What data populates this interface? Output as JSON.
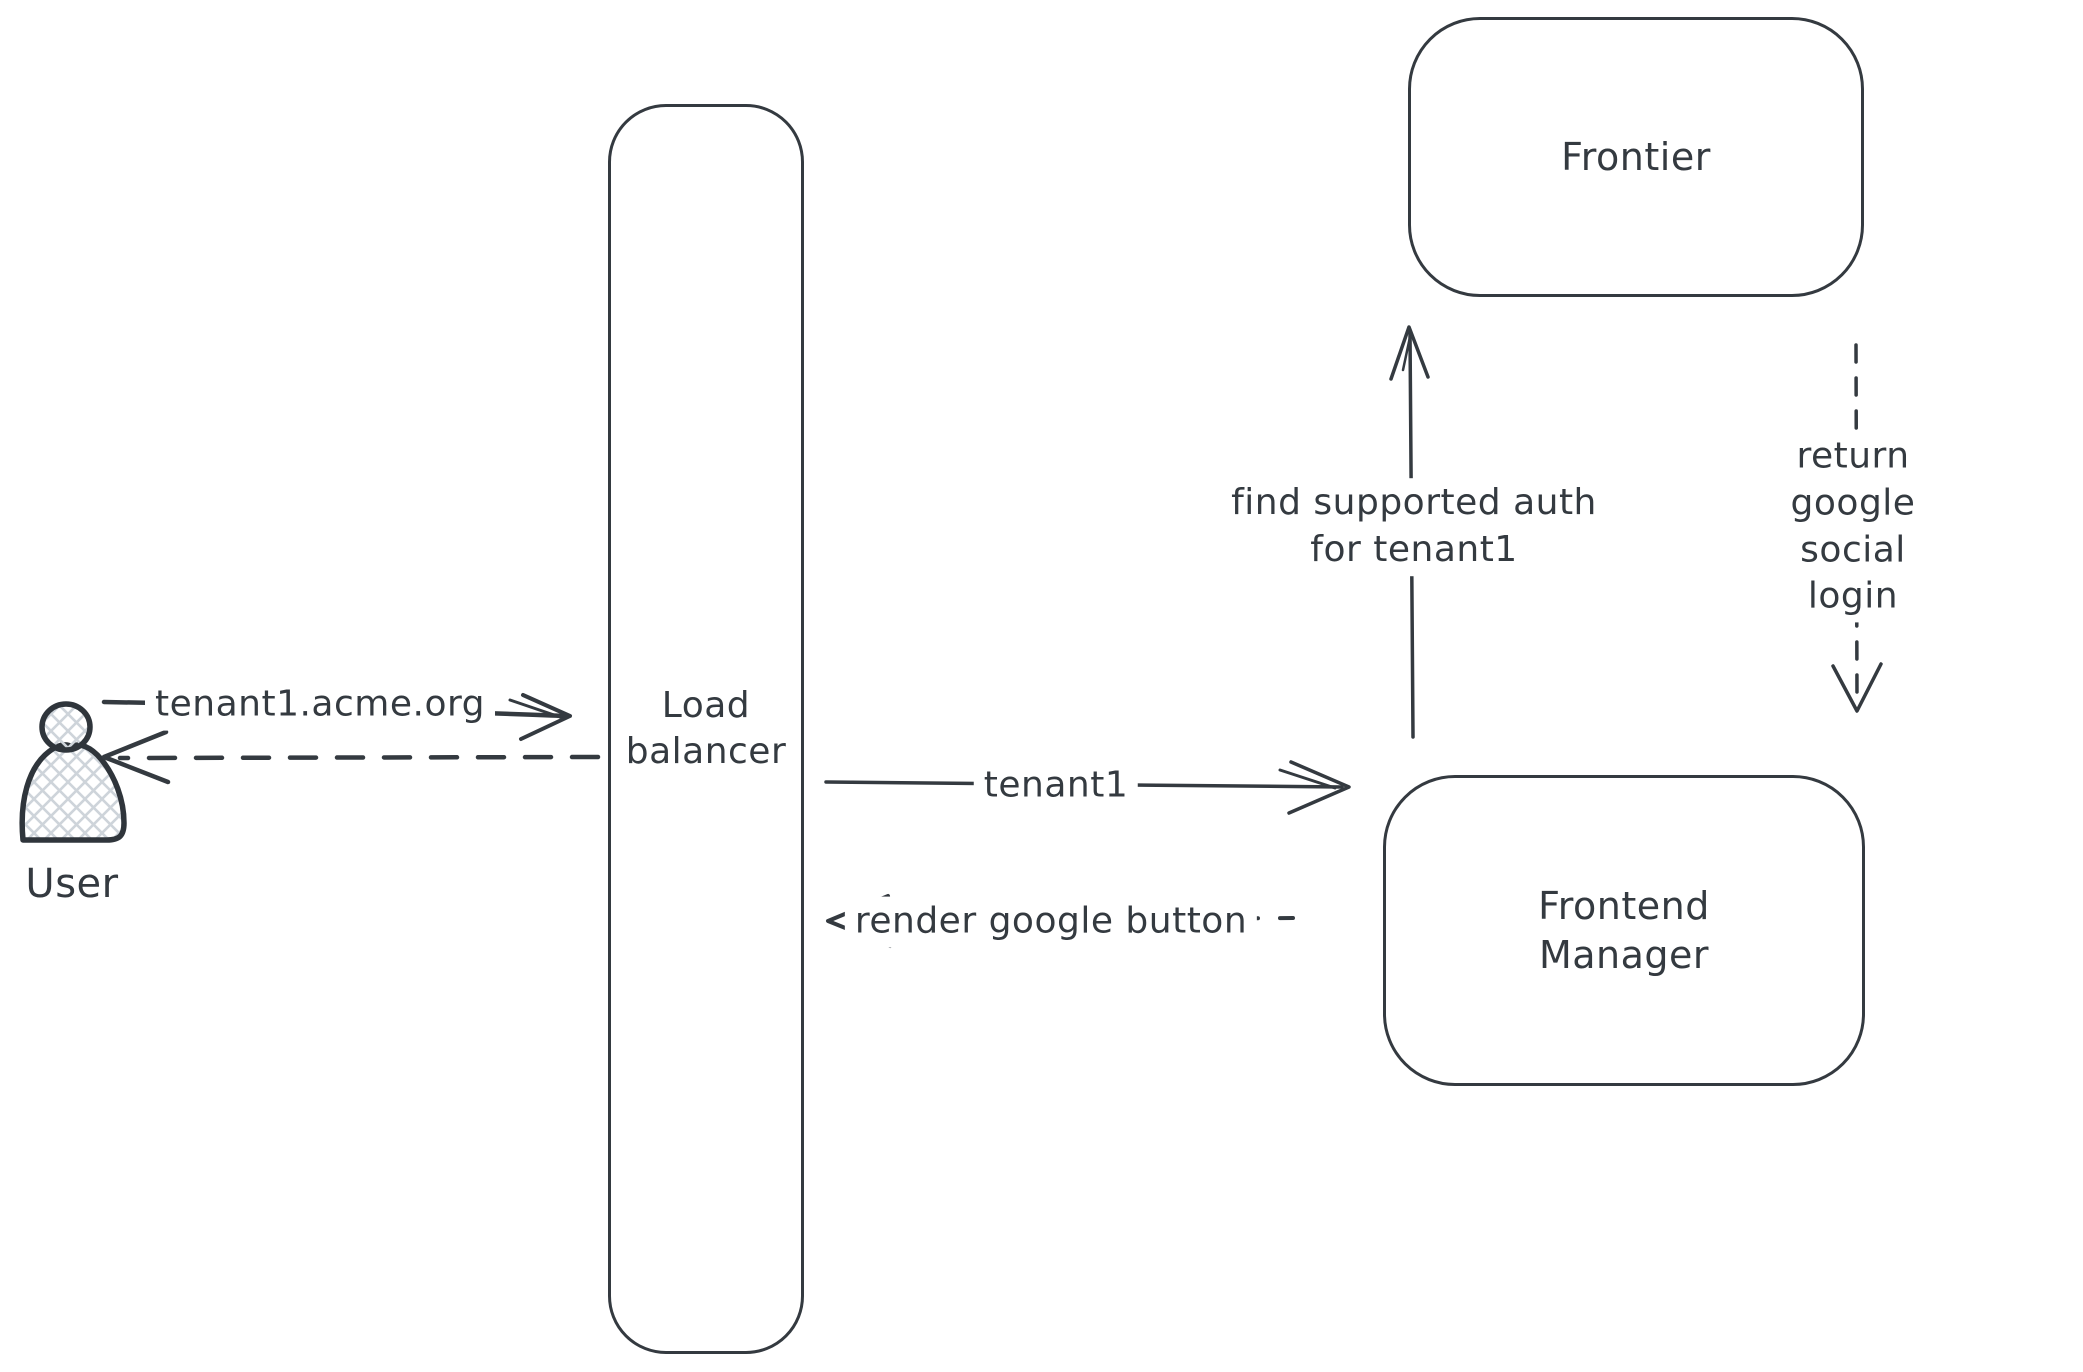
{
  "diagram": {
    "type": "architecture-sequence-sketch",
    "colors": {
      "background": "#ffffff",
      "stroke": "#343a40",
      "hatch_fill": "#ced4da"
    },
    "actor": {
      "label": "User"
    },
    "nodes": {
      "load_balancer": {
        "label": "Load\nbalancer"
      },
      "frontier": {
        "label": "Frontier"
      },
      "frontend_manager": {
        "label": "Frontend\nManager"
      }
    },
    "edges": {
      "user_to_load_balancer": {
        "label": "tenant1.acme.org",
        "style": "solid",
        "direction": "right"
      },
      "load_balancer_to_user": {
        "label": "",
        "style": "dashed",
        "direction": "left"
      },
      "load_balancer_to_frontend_manager": {
        "label": "tenant1",
        "style": "solid",
        "direction": "right"
      },
      "frontend_manager_to_load_balancer": {
        "label": "render google button",
        "style": "dashed",
        "direction": "left"
      },
      "frontend_manager_to_frontier": {
        "label": "find supported auth\nfor tenant1",
        "style": "solid",
        "direction": "up"
      },
      "frontier_to_frontend_manager": {
        "label": "return google social\nlogin",
        "style": "dashed",
        "direction": "down"
      }
    }
  }
}
